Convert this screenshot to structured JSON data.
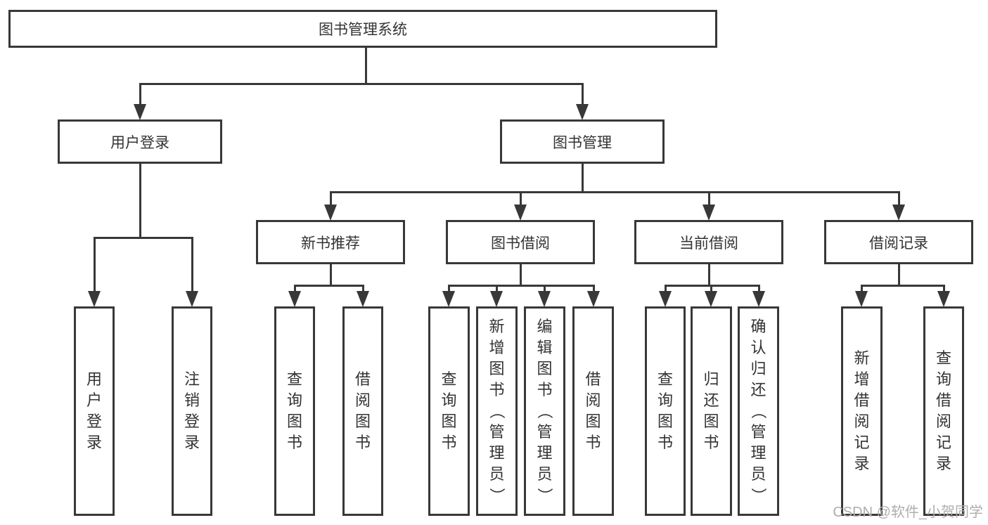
{
  "title": "图书管理系统",
  "watermark": "CSDN @软件_小贺同学",
  "colors": {
    "line": "#383838",
    "text": "#333333",
    "watermark": "#aeaeae",
    "background": "#ffffff"
  },
  "nodes": {
    "root": "图书管理系统",
    "userLogin": "用户登录",
    "bookMgmt": "图书管理",
    "leafUserLogin": "用户登录",
    "leafLogout": "注销登录",
    "newBook": "新书推荐",
    "bookBorrow": "图书借阅",
    "currentBorrow": "当前借阅",
    "borrowRecords": "借阅记录",
    "nbQuery": "查询图书",
    "nbBorrow": "借阅图书",
    "bbQuery": "查询图书",
    "bbAdd": "新增图书（管理员）",
    "bbEdit": "编辑图书（管理员）",
    "bbBorrow": "借阅图书",
    "cbQuery": "查询图书",
    "cbReturn": "归还图书",
    "cbConfirm": "确认归还（管理员）",
    "brAdd": "新增借阅记录",
    "brQuery": "查询借阅记录"
  }
}
